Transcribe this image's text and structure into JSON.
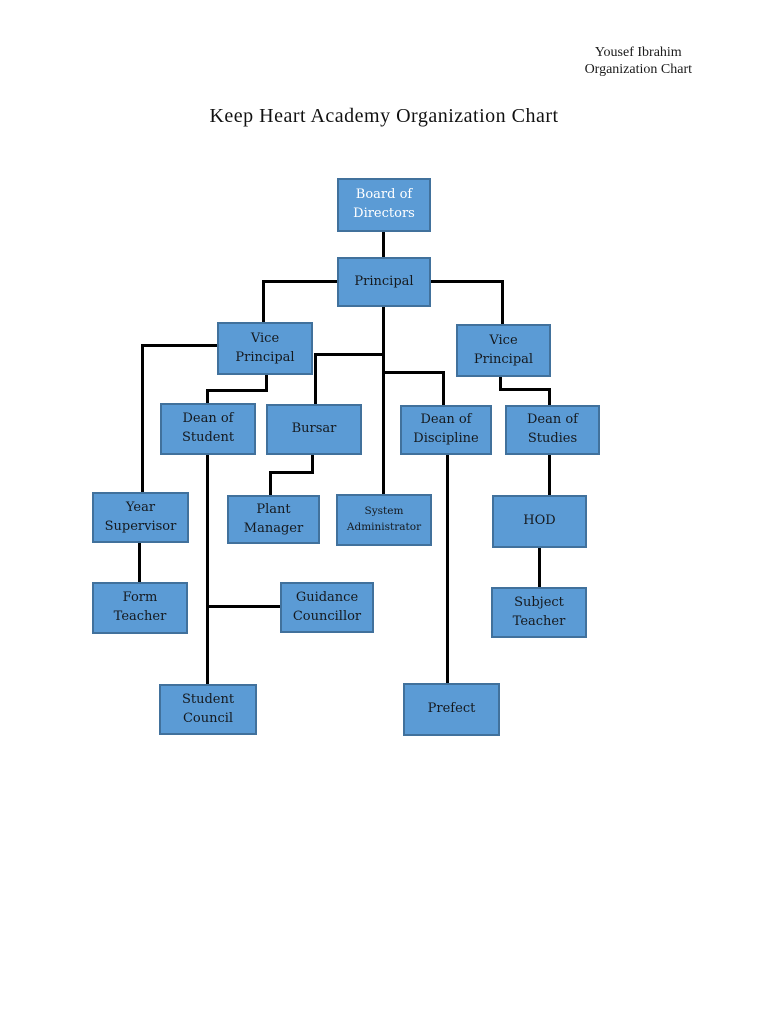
{
  "page": {
    "header": {
      "line1": "Yousef Ibrahim",
      "line2": "Organization Chart"
    },
    "title": "Keep Heart Academy Organization Chart"
  },
  "colors": {
    "node_fill": "#5b9bd5",
    "node_border": "#41719c",
    "connector": "#000000",
    "node_text_dark": "#15191e",
    "node_text_light": "#ffffff"
  },
  "org_chart": {
    "nodes": {
      "board": {
        "label": "Board of\nDirectors"
      },
      "principal": {
        "label": "Principal"
      },
      "vp_left": {
        "label": "Vice\nPrincipal"
      },
      "vp_right": {
        "label": "Vice\nPrincipal"
      },
      "dean_student": {
        "label": "Dean of\nStudent"
      },
      "bursar": {
        "label": "Bursar"
      },
      "dean_discipline": {
        "label": "Dean of\nDiscipline"
      },
      "dean_studies": {
        "label": "Dean of\nStudies"
      },
      "year_supervisor": {
        "label": "Year\nSupervisor"
      },
      "plant_manager": {
        "label": "Plant\nManager"
      },
      "system_admin": {
        "label": "System\nAdministrator"
      },
      "hod": {
        "label": "HOD"
      },
      "form_teacher": {
        "label": "Form\nTeacher"
      },
      "guidance": {
        "label": "Guidance\nCouncillor"
      },
      "subject_teacher": {
        "label": "Subject\nTeacher"
      },
      "student_council": {
        "label": "Student\nCouncil"
      },
      "prefect": {
        "label": "Prefect"
      }
    },
    "edges": [
      {
        "from": "Board of Directors",
        "to": "Principal"
      },
      {
        "from": "Principal",
        "to": "Vice Principal (left)"
      },
      {
        "from": "Principal",
        "to": "Vice Principal (right)"
      },
      {
        "from": "Principal",
        "to": "Bursar"
      },
      {
        "from": "Principal",
        "to": "Dean of Discipline"
      },
      {
        "from": "Principal",
        "to": "System Administrator"
      },
      {
        "from": "Vice Principal (left)",
        "to": "Dean of Student"
      },
      {
        "from": "Vice Principal (left)",
        "to": "Year Supervisor"
      },
      {
        "from": "Vice Principal (right)",
        "to": "Dean of Studies"
      },
      {
        "from": "Bursar",
        "to": "Plant Manager"
      },
      {
        "from": "Dean of Student",
        "to": "Student Council"
      },
      {
        "from": "Dean of Student",
        "to": "Guidance Councillor"
      },
      {
        "from": "Dean of Discipline",
        "to": "Prefect"
      },
      {
        "from": "Dean of Studies",
        "to": "HOD"
      },
      {
        "from": "HOD",
        "to": "Subject Teacher"
      },
      {
        "from": "Year Supervisor",
        "to": "Form Teacher"
      }
    ]
  }
}
